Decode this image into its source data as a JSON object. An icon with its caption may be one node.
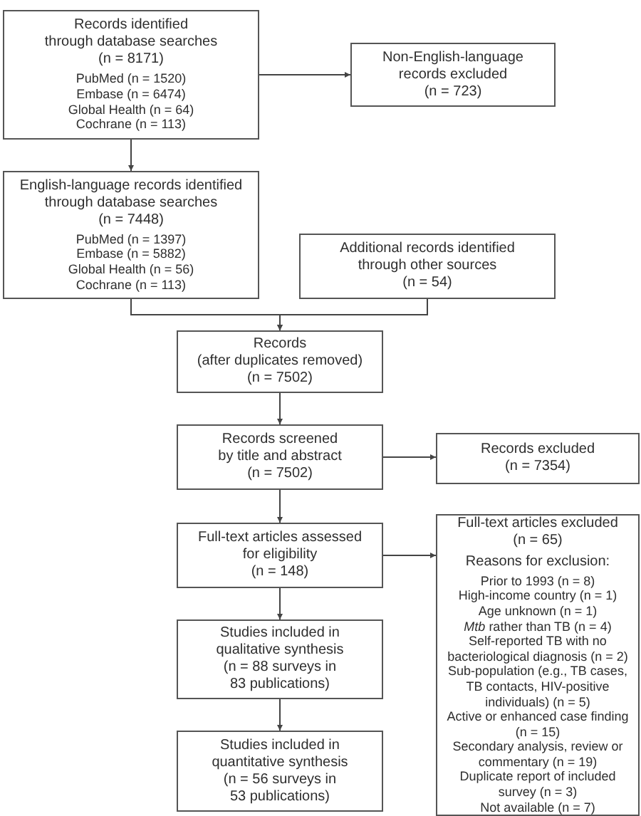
{
  "diagram": {
    "nodes": [
      {
        "text": [
          "Records identified through database searches (n = 8171)",
          "PubMed (n = 1520)",
          "Embase (n = 6474)",
          "Global Health (n = 64)",
          "Cochrane (n = 113)"
        ]
      },
      {
        "text": [
          "Non-English-language records excluded (n = 723)"
        ]
      },
      {
        "text": [
          "English-language records identified through database searches (n = 7448)",
          "PubMed (n = 1397)",
          "Embase (n = 5882)",
          "Global Health (n = 56)",
          "Cochrane (n = 113)"
        ]
      },
      {
        "text": [
          "Additional records identified through other sources (n = 54)"
        ]
      },
      {
        "text": [
          "Records (after duplicates removed) (n = 7502)"
        ]
      },
      {
        "text": [
          "Records screened by title and abstract (n = 7502)"
        ]
      },
      {
        "text": [
          "Records excluded (n = 7354)"
        ]
      },
      {
        "text": [
          "Full-text articles assessed for eligibility (n = 148)"
        ]
      },
      {
        "text": [
          "Full-text articles excluded (n = 65)",
          "Reasons for exclusion:",
          "Prior to 1993 (n = 8)",
          "High-income country (n = 1)",
          "Age unknown (n = 1)",
          "*Mtb* rather than TB (n = 4)",
          "Self-reported TB with no bacteriological diagnosis (n = 2)",
          "Sub-population (e.g., TB cases, TB contacts, HIV-positive individuals) (n = 5)",
          "Active or enhanced case finding (n = 15)",
          "Secondary analysis, review or commentary (n = 19)",
          "Duplicate report of included survey (n = 3)",
          "Not available (n = 7)"
        ]
      },
      {
        "text": [
          "Studies included in qualitative synthesis (n = 88 surveys in 83 publications)"
        ]
      },
      {
        "text": [
          "Studies included in quantitative synthesis (n = 56 surveys in 53 publications)"
        ]
      }
    ],
    "edges": [
      {
        "from": 0,
        "to": 1,
        "arrow": "to"
      },
      {
        "from": 0,
        "to": 2,
        "arrow": "to"
      },
      {
        "from": 2,
        "to": 4,
        "arrow": "to"
      },
      {
        "from": 3,
        "to": 4,
        "arrow": "to"
      },
      {
        "from": 4,
        "to": 5,
        "arrow": "to"
      },
      {
        "from": 5,
        "to": 6,
        "arrow": "to"
      },
      {
        "from": 5,
        "to": 7,
        "arrow": "to"
      },
      {
        "from": 7,
        "to": 8,
        "arrow": "to"
      },
      {
        "from": 7,
        "to": 9,
        "arrow": "to"
      },
      {
        "from": 9,
        "to": 10,
        "arrow": "to"
      }
    ]
  }
}
